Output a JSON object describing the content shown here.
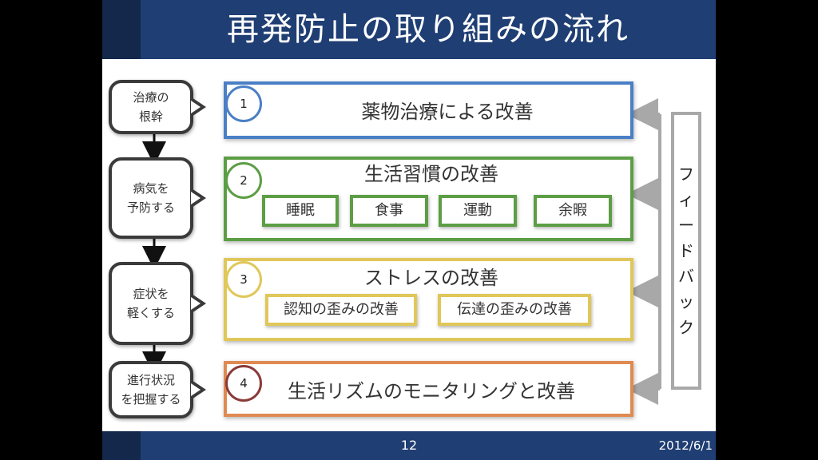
{
  "slide": {
    "title": "再発防止の取り組みの流れ",
    "page_number": "12",
    "date": "2012/6/1"
  },
  "stages": [
    {
      "line1": "治療の",
      "line2": "根幹"
    },
    {
      "line1": "病気を",
      "line2": "予防する"
    },
    {
      "line1": "症状を",
      "line2": "軽くする"
    },
    {
      "line1": "進行状況",
      "line2": "を把握する"
    }
  ],
  "panels": [
    {
      "number": "1",
      "title": "薬物治療による改善",
      "color": "#4a7fc6",
      "items": []
    },
    {
      "number": "2",
      "title": "生活習慣の改善",
      "color": "#5c9e45",
      "items": [
        "睡眠",
        "食事",
        "運動",
        "余暇"
      ]
    },
    {
      "number": "3",
      "title": "ストレスの改善",
      "color": "#e0c75a",
      "items": [
        "認知の歪みの改善",
        "伝達の歪みの改善"
      ]
    },
    {
      "number": "4",
      "title": "生活リズムのモニタリングと改善",
      "color": "#e08a52",
      "items": []
    }
  ],
  "feedback": {
    "label_chars": [
      "フ",
      "ィ",
      "ー",
      "ド",
      "バ",
      "ッ",
      "ク"
    ]
  },
  "colors": {
    "title_bar": "#1f3e73",
    "stage_border": "#3a3a3a",
    "feedback_border": "#a8a8a8"
  }
}
